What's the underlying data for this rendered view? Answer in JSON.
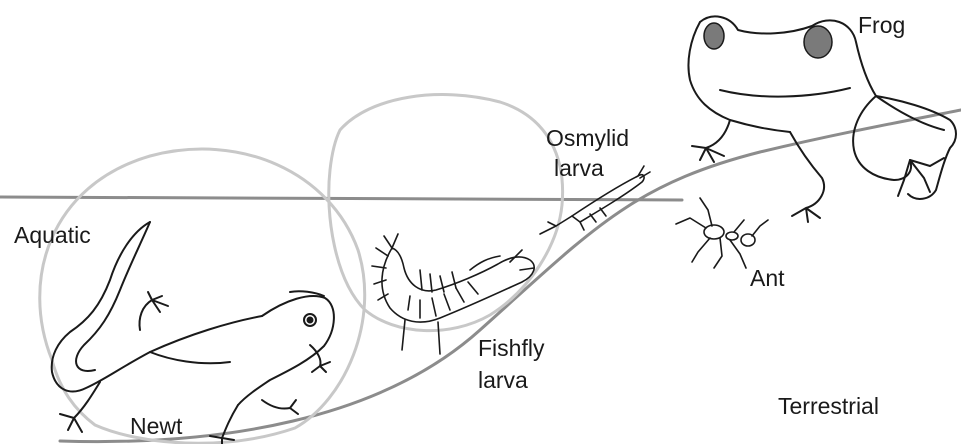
{
  "labels": {
    "frog": "Frog",
    "osmylid_line1": "Osmylid",
    "osmylid_line2": "larva",
    "aquatic": "Aquatic",
    "ant": "Ant",
    "fishfly_line1": "Fishfly",
    "fishfly_line2": "larva",
    "newt": "Newt",
    "terrestrial": "Terrestrial"
  },
  "colors": {
    "water_line": "#8c8c8c",
    "shore_line": "#8c8c8c",
    "habitat_circle": "#c8c8c8",
    "drawing": "#1a1a1a",
    "frog_eye": "#7a7a7a"
  }
}
